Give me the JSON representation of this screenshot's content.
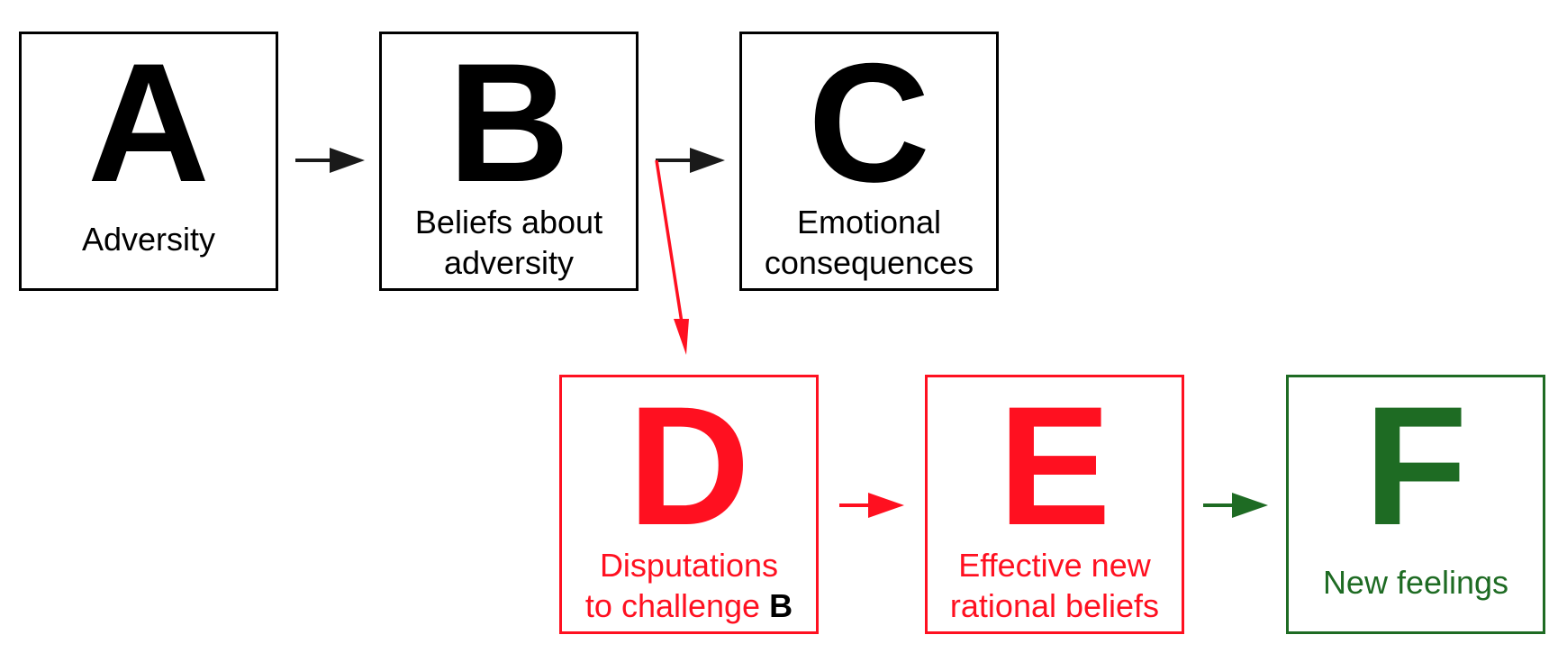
{
  "colors": {
    "black": "#000000",
    "arrow_black": "#1a1a1a",
    "red": "#ff1020",
    "green": "#1e6b23"
  },
  "boxes": {
    "a": {
      "letter": "A",
      "line1": "Adversity"
    },
    "b": {
      "letter": "B",
      "line1": "Beliefs about",
      "line2": "adversity"
    },
    "c": {
      "letter": "C",
      "line1": "Emotional",
      "line2": "consequences"
    },
    "d": {
      "letter": "D",
      "line1": "Disputations",
      "line2_prefix": "to challenge ",
      "line2_ref": "B"
    },
    "e": {
      "letter": "E",
      "line1": "Effective new",
      "line2": "rational beliefs"
    },
    "f": {
      "letter": "F",
      "line1": "New feelings"
    }
  }
}
